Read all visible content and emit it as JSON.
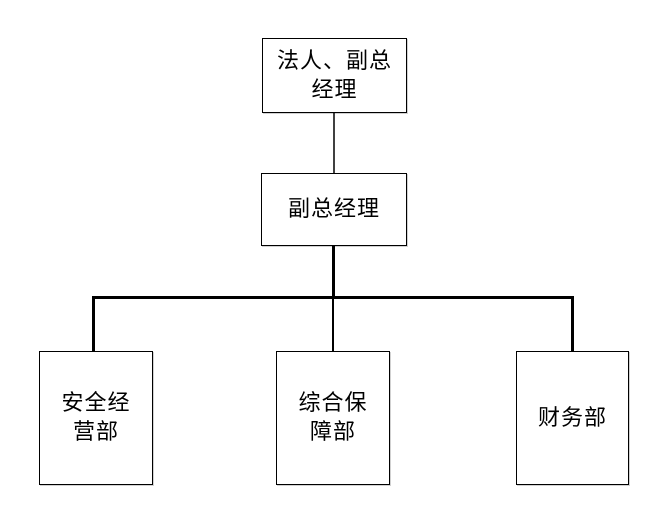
{
  "org_chart": {
    "type": "org-chart",
    "nodes": [
      {
        "id": "root",
        "label": "法人、副总经理",
        "display": "法人、副总\n经理",
        "level": 1
      },
      {
        "id": "deputy",
        "label": "副总经理",
        "display": "副总经理",
        "level": 2
      },
      {
        "id": "safety",
        "label": "安全经营部",
        "display": "安全经\n营部",
        "level": 3
      },
      {
        "id": "support",
        "label": "综合保障部",
        "display": "综合保\n障部",
        "level": 3
      },
      {
        "id": "finance",
        "label": "财务部",
        "display": "财务部",
        "level": 3
      }
    ],
    "edges": [
      {
        "from": "法人、副总经理",
        "to": "副总经理"
      },
      {
        "from": "副总经理",
        "to": "安全经营部"
      },
      {
        "from": "副总经理",
        "to": "综合保障部"
      },
      {
        "from": "副总经理",
        "to": "财务部"
      }
    ],
    "colors": {
      "background": "#ffffff",
      "box_fill": "#ffffff",
      "box_border": "#000000",
      "text": "#000000",
      "connector": "#000000",
      "connector_top": "#404040"
    }
  }
}
